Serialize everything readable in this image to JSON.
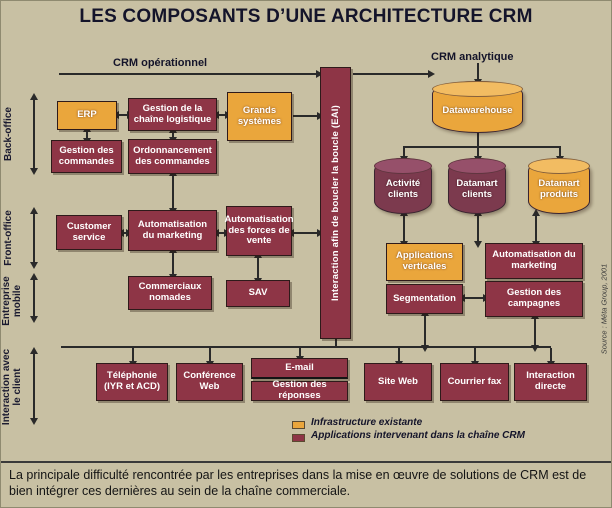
{
  "title": "LES COMPOSANTS D’UNE ARCHITECTURE CRM",
  "headers": {
    "operational": "CRM opérationnel",
    "analytical": "CRM analytique"
  },
  "row_labels": {
    "back_office": "Back-office",
    "front_office": "Front-office",
    "mobile": "Entreprise mobile",
    "interaction": "Interaction avec le client"
  },
  "eai_label": "Interaction afin de boucler la boucle (EAI)",
  "operational": {
    "erp": "ERP",
    "chaine_logistique": "Gestion de la chaîne logistique",
    "grands_systemes": "Grands systèmes",
    "gestion_commandes": "Gestion des commandes",
    "ordonnancement_commandes": "Ordonnancement des commandes",
    "customer_service": "Customer service",
    "automatisation_marketing": "Automatisation du marketing",
    "automatisation_forces_vente": "Automatisation des forces de vente",
    "commerciaux_nomades": "Commerciaux nomades",
    "sav": "SAV"
  },
  "analytical": {
    "datawarehouse": "Datawarehouse",
    "activite_clients": "Activité clients",
    "datamart_clients": "Datamart clients",
    "datamart_produits": "Datamart produits",
    "applications_verticales": "Applications verticales",
    "segmentation": "Segmentation",
    "automatisation_marketing": "Automatisation du marketing",
    "gestion_campagnes": "Gestion des campagnes"
  },
  "channels": {
    "telephonie": "Téléphonie (IYR et ACD)",
    "conference_web": "Conférence Web",
    "email": "E-mail",
    "gestion_reponses": "Gestion des réponses",
    "site_web": "Site Web",
    "courrier_fax": "Courrier fax",
    "interaction_directe": "Interaction directe"
  },
  "legend": {
    "infrastructure": "Infrastructure existante",
    "applications": "Applications intervenant dans la chaîne CRM"
  },
  "colors": {
    "background": "#c8c0a3",
    "orange": "#eaa63c",
    "maroon": "#8e3546",
    "plum": "#7c3a4e",
    "line": "#2a2a2a"
  },
  "caption": "La principale difficulté rencontrée par les entreprises dans la mise en œuvre de solutions de CRM est de bien intégrer ces dernières au sein de la chaîne commerciale.",
  "source": "Source : Méta Group, 2001"
}
